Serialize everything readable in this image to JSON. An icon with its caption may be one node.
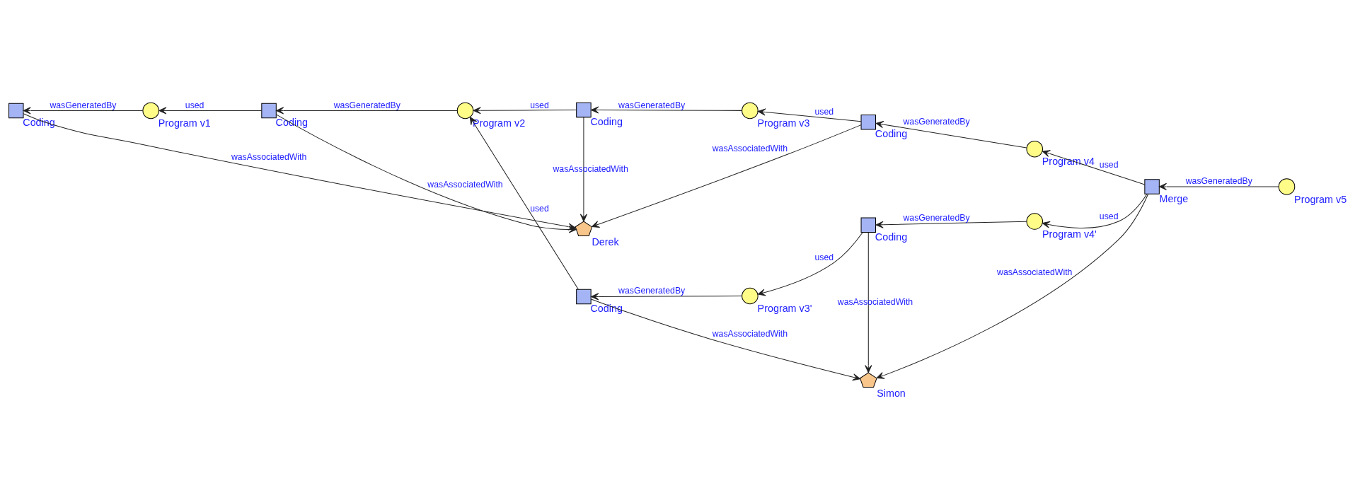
{
  "diagram": {
    "nodes": [
      {
        "text": [],
        "shape": "box",
        "beside": [
          "Coding"
        ]
      },
      {
        "text": [],
        "shape": "circle",
        "beside": [
          "Program v1"
        ]
      },
      {
        "text": [],
        "shape": "box",
        "beside": [
          "Coding"
        ]
      },
      {
        "text": [],
        "shape": "circle",
        "beside": [
          "Program v2"
        ]
      },
      {
        "text": [],
        "shape": "box",
        "beside": [
          "Coding"
        ]
      },
      {
        "text": [],
        "shape": "circle",
        "beside": [
          "Program v3"
        ]
      },
      {
        "text": [],
        "shape": "box",
        "beside": [
          "Coding"
        ]
      },
      {
        "text": [],
        "shape": "circle",
        "beside": [
          "Program v4"
        ]
      },
      {
        "text": [],
        "shape": "box",
        "beside": [
          "Merge"
        ]
      },
      {
        "text": [],
        "shape": "circle",
        "beside": [
          "Program v5"
        ]
      },
      {
        "text": [],
        "shape": "box",
        "beside": [
          "Coding"
        ]
      },
      {
        "text": [],
        "shape": "circle",
        "beside": [
          "Program v3'"
        ]
      },
      {
        "text": [],
        "shape": "box",
        "beside": [
          "Coding"
        ]
      },
      {
        "text": [],
        "shape": "circle",
        "beside": [
          "Program v4'"
        ]
      },
      {
        "text": [],
        "shape": "pentagon",
        "beside": [
          "Simon"
        ]
      },
      {
        "text": [],
        "shape": "pentagon",
        "beside": [
          "Derek"
        ]
      }
    ],
    "edges": [
      {
        "from": 1,
        "to": 0,
        "arrow": "to",
        "label": "wasGeneratedBy"
      },
      {
        "from": 2,
        "to": 1,
        "arrow": "to",
        "label": "used"
      },
      {
        "from": 3,
        "to": 2,
        "arrow": "to",
        "label": "wasGeneratedBy"
      },
      {
        "from": 4,
        "to": 3,
        "arrow": "to",
        "label": "used"
      },
      {
        "from": 5,
        "to": 4,
        "arrow": "to",
        "label": "wasGeneratedBy"
      },
      {
        "from": 6,
        "to": 5,
        "arrow": "to",
        "label": "used"
      },
      {
        "from": 7,
        "to": 6,
        "arrow": "to",
        "label": "wasGeneratedBy"
      },
      {
        "from": 8,
        "to": 7,
        "arrow": "to",
        "label": "used"
      },
      {
        "from": 9,
        "to": 8,
        "arrow": "to",
        "label": "wasGeneratedBy"
      },
      {
        "from": 8,
        "to": 13,
        "arrow": "to",
        "label": "used"
      },
      {
        "from": 13,
        "to": 12,
        "arrow": "to",
        "label": "wasGeneratedBy"
      },
      {
        "from": 12,
        "to": 11,
        "arrow": "to",
        "label": "used"
      },
      {
        "from": 11,
        "to": 10,
        "arrow": "to",
        "label": "wasGeneratedBy"
      },
      {
        "from": 10,
        "to": 3,
        "arrow": "to",
        "label": "used"
      },
      {
        "from": 0,
        "to": 15,
        "arrow": "to",
        "label": "wasAssociatedWith"
      },
      {
        "from": 2,
        "to": 15,
        "arrow": "to",
        "label": "wasAssociatedWith"
      },
      {
        "from": 4,
        "to": 15,
        "arrow": "to",
        "label": "wasAssociatedWith"
      },
      {
        "from": 6,
        "to": 15,
        "arrow": "to",
        "label": "wasAssociatedWith"
      },
      {
        "from": 10,
        "to": 14,
        "arrow": "to",
        "label": "wasAssociatedWith"
      },
      {
        "from": 12,
        "to": 14,
        "arrow": "to",
        "label": "wasAssociatedWith"
      },
      {
        "from": 8,
        "to": 14,
        "arrow": "to",
        "label": "wasAssociatedWith"
      }
    ]
  }
}
